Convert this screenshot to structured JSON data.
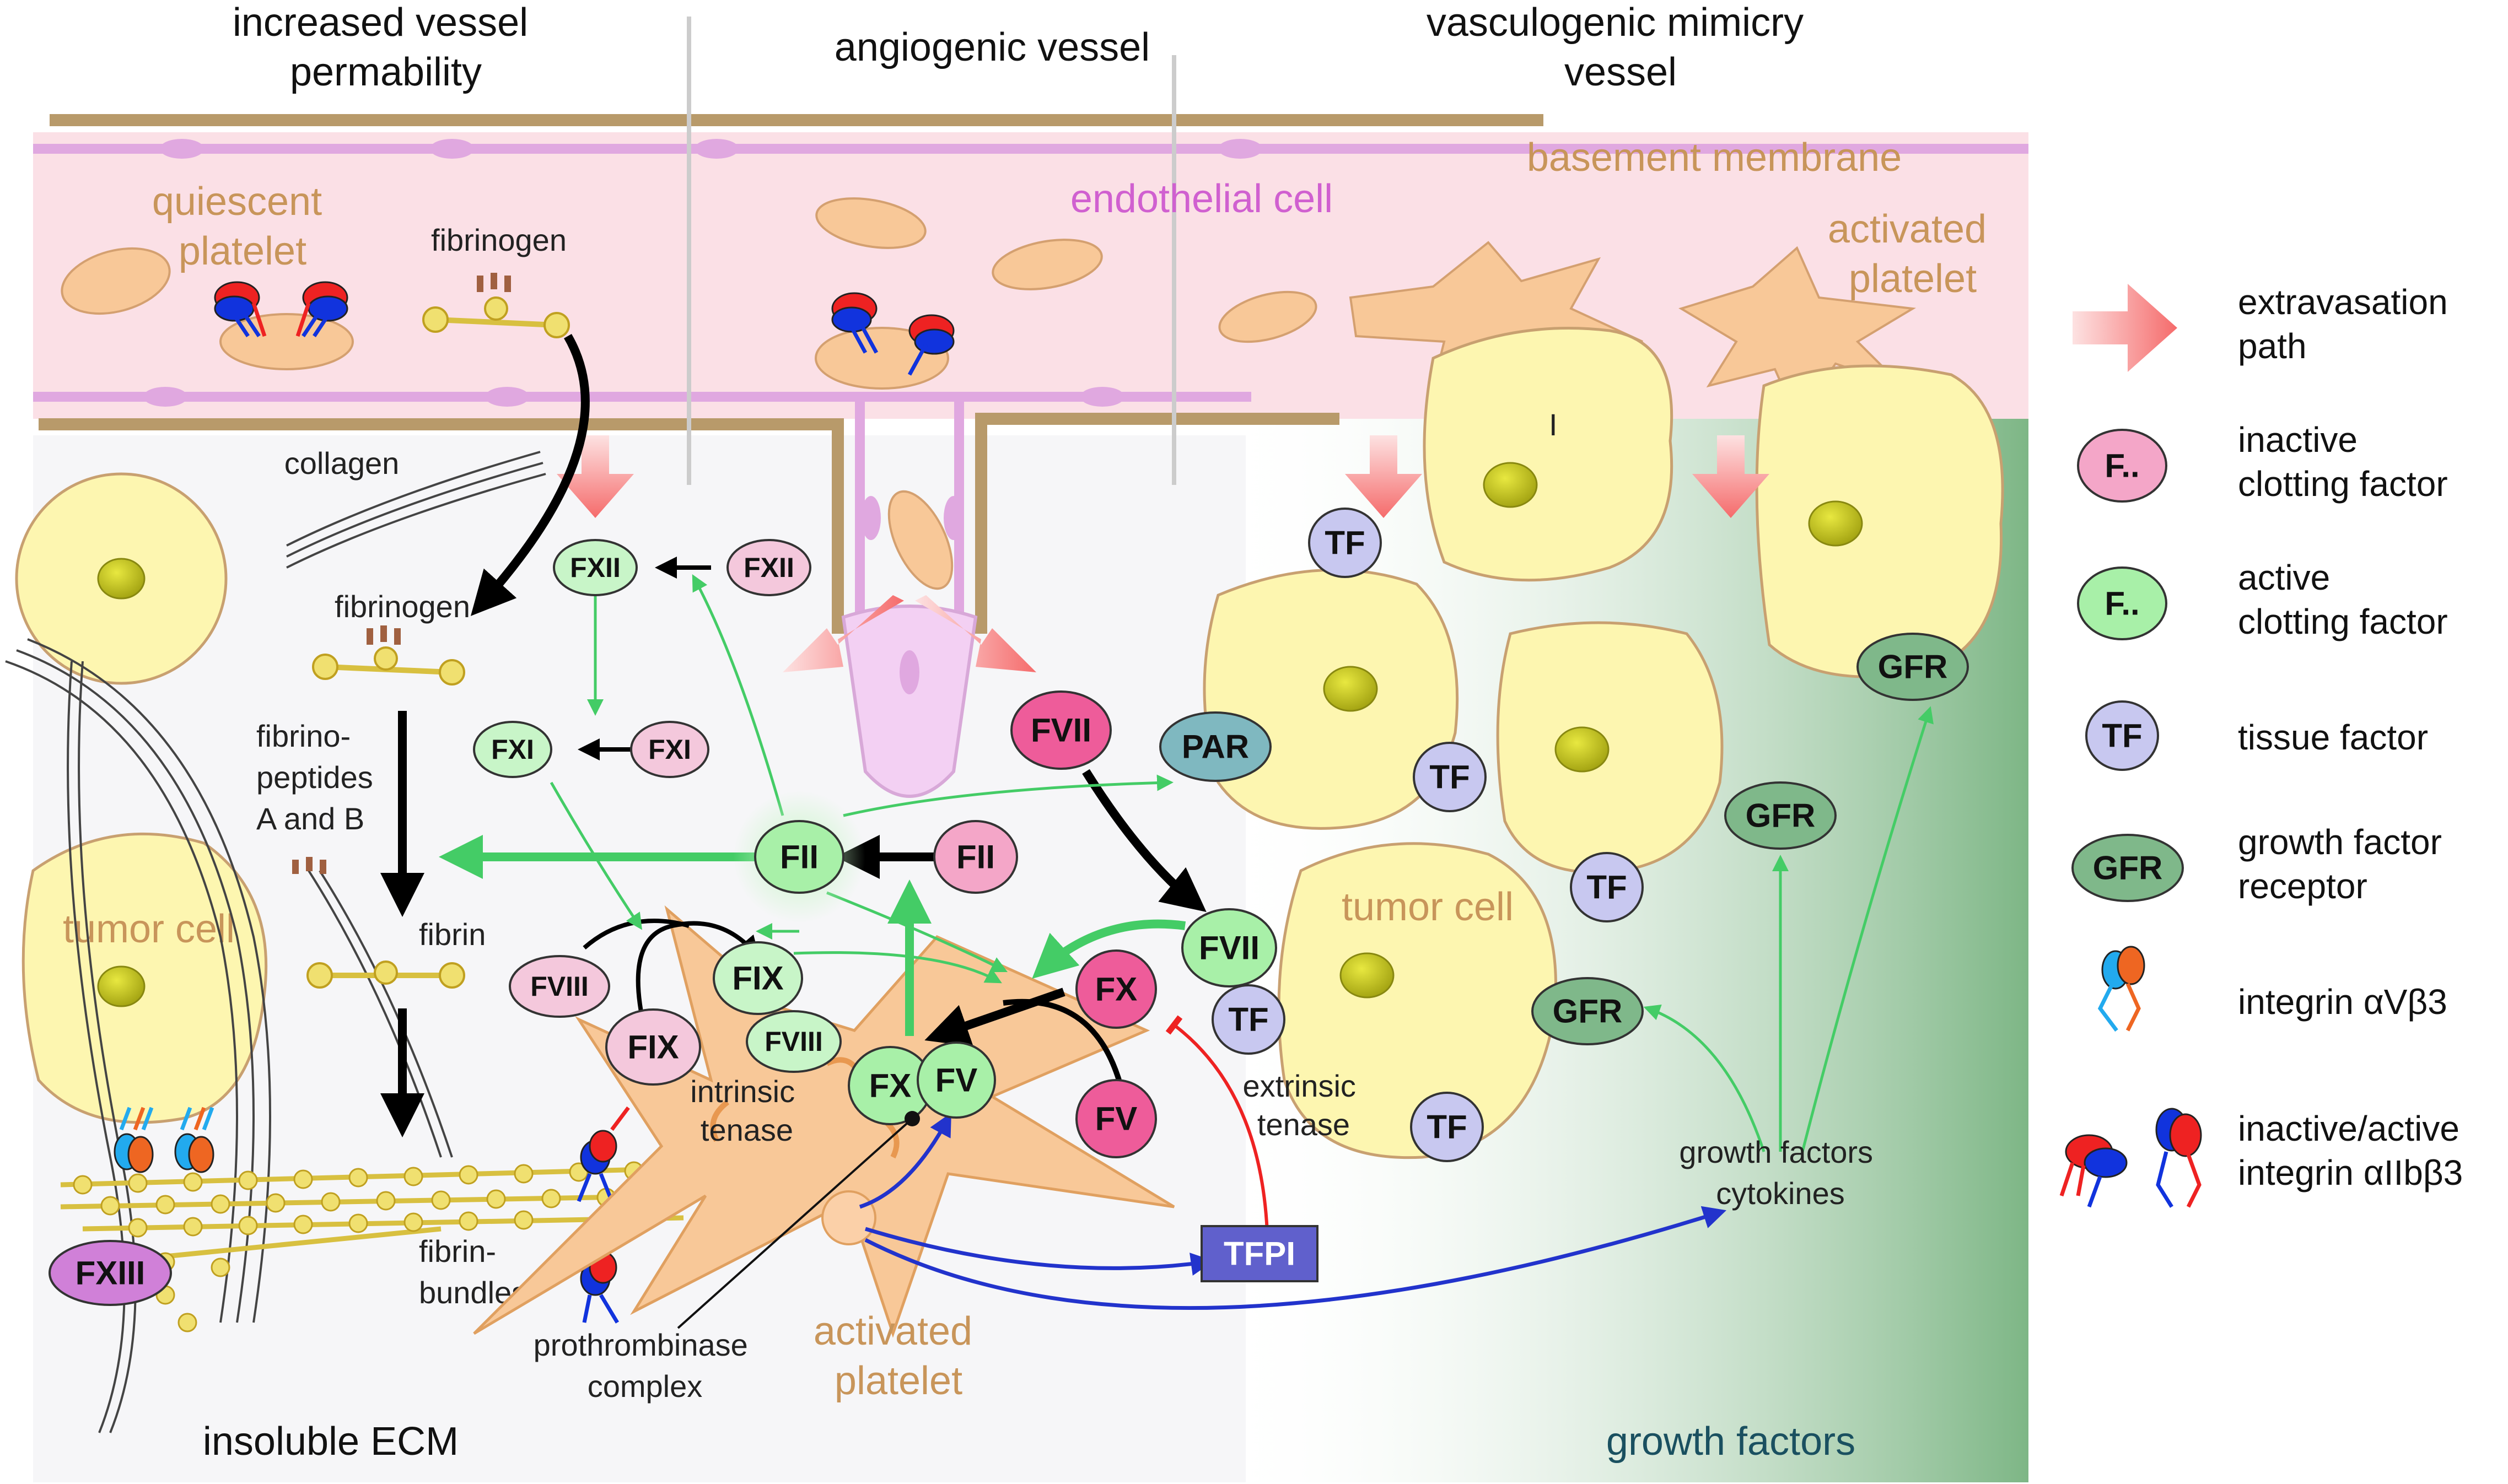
{
  "headers": {
    "left": [
      "increased vessel",
      "permability"
    ],
    "middle": "angiogenic vessel",
    "right": [
      "vasculogenic mimicry",
      "vessel"
    ]
  },
  "labels": {
    "basement_membrane": "basement membrane",
    "endothelial_cell": "endothelial cell",
    "quiescent_platelet": [
      "quiescent",
      "platelet"
    ],
    "activated_platelet_top": [
      "activated",
      "platelet"
    ],
    "activated_platelet_bottom": [
      "activated",
      "platelet"
    ],
    "fibrinogen_top": "fibrinogen",
    "fibrinogen_mid": "fibrinogen",
    "collagen": "collagen",
    "fibrinopeptides": [
      "fibrino-",
      "peptides",
      "A and B"
    ],
    "fibrin": "fibrin",
    "fibrin_bundles": [
      "fibrin-",
      "bundles"
    ],
    "tumor_cell_left": "tumor cell",
    "tumor_cell_right": "tumor cell",
    "intrinsic_tenase": [
      "intrinsic",
      "tenase"
    ],
    "extrinsic_tenase": [
      "extrinsic",
      "tenase"
    ],
    "prothrombinase": [
      "prothrombinase",
      "complex"
    ],
    "growth_factors_cytokines": [
      "growth factors",
      "cytokines"
    ],
    "growth_factors": "growth factors",
    "insoluble_ecm": "insoluble ECM",
    "marker_i": "I"
  },
  "factors": {
    "fxii_active": "FXII",
    "fxii_inactive": "FXII",
    "fxi_active": "FXI",
    "fxi_inactive": "FXI",
    "fii_active": "FII",
    "fii_inactive": "FII",
    "fvii_inactive": "FVII",
    "fvii_active": "FVII",
    "fix_active": "FIX",
    "fix_inactive": "FIX",
    "fviii_active": "FVIII",
    "fviii_inactive": "FVIII",
    "fx_active": "FX",
    "fx_inactive": "FX",
    "fv_active": "FV",
    "fv_inactive": "FV",
    "fxiii": "FXIII",
    "tf": "TF",
    "gfr": "GFR",
    "par": "PAR",
    "tfpi": "TFPI"
  },
  "legend": {
    "extravasation": [
      "extravasation",
      "path"
    ],
    "inactive": [
      "inactive",
      "clotting factor"
    ],
    "active": [
      "active",
      "clotting factor"
    ],
    "tissue_factor": "tissue factor",
    "growth_factor_receptor": [
      "growth factor",
      "receptor"
    ],
    "integrin_avb3": "integrin αVβ3",
    "integrin_aiib": [
      "inactive/active",
      "integrin αIIbβ3"
    ],
    "f_symbol": "F..",
    "tf_symbol": "TF",
    "gfr_symbol": "GFR"
  },
  "colors": {
    "inactive_factor": "#f4a6c8",
    "active_factor": "#a8f0a8",
    "tissue_factor": "#c8c8f0",
    "growth_factor_receptor": "#7fb88a",
    "par": "#7fb8c0",
    "tumor_cell": "#fdf6b0",
    "platelet": "#f8c898",
    "vessel_pink": "#fbe0e6",
    "basement_membrane": "#b89a6a",
    "green_arrow": "#44cc66",
    "blue_arrow": "#2233cc"
  }
}
